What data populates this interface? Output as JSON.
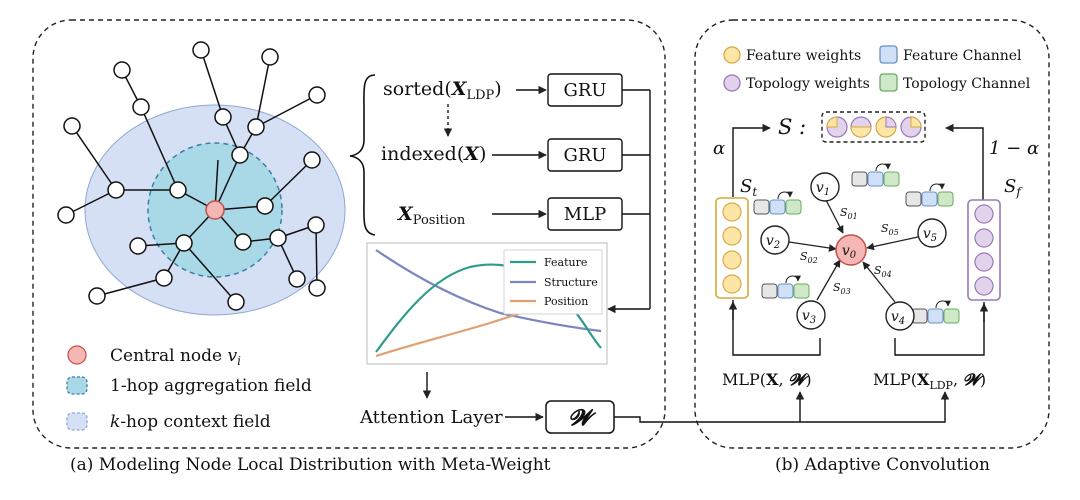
{
  "panel_a": {
    "caption": "(a) Modeling Node Local Distribution with Meta-Weight",
    "legend": {
      "central_node_text": "Central node ",
      "central_node_var": "v",
      "central_node_sub": "i",
      "one_hop": "1-hop aggregation field",
      "k_letter": "k",
      "k_hop_rest": "-hop context field"
    },
    "inputs": {
      "sorted_prefix": "sorted(",
      "sorted_var": "X",
      "sorted_sub": "LDP",
      "sorted_suffix": ")",
      "indexed_prefix": "indexed(",
      "indexed_var": "X",
      "indexed_suffix": ")",
      "position_var": "X",
      "position_sub": "Position"
    },
    "blocks": {
      "gru1": "GRU",
      "gru2": "GRU",
      "mlp": "MLP"
    },
    "plot_legend": {
      "feature": "Feature",
      "structure": "Structure",
      "position": "Position"
    },
    "attention_layer": "Attention Layer",
    "w_symbol": "𝓦",
    "colors": {
      "feature": "#2e9c8a",
      "structure": "#7a86bd",
      "position": "#e0a070"
    }
  },
  "panel_b": {
    "caption": "(b) Adaptive Convolution",
    "legend": {
      "feature_weights": "Feature weights",
      "feature_channel": "Feature Channel",
      "topology_weights": "Topology weights",
      "topology_channel": "Topology Channel"
    },
    "s_label": "S :",
    "alpha": "α",
    "one_minus_alpha": "1 − α",
    "st": {
      "var": "S",
      "sub": "t"
    },
    "sf": {
      "var": "S",
      "sub": "f"
    },
    "nodes": [
      {
        "var": "v",
        "sub": "0"
      },
      {
        "var": "v",
        "sub": "1"
      },
      {
        "var": "v",
        "sub": "2"
      },
      {
        "var": "v",
        "sub": "3"
      },
      {
        "var": "v",
        "sub": "4"
      },
      {
        "var": "v",
        "sub": "5"
      }
    ],
    "edges": [
      {
        "var": "S",
        "sub": "01"
      },
      {
        "var": "S",
        "sub": "02"
      },
      {
        "var": "S",
        "sub": "03"
      },
      {
        "var": "S",
        "sub": "04"
      },
      {
        "var": "S",
        "sub": "05"
      }
    ],
    "mlp_left": {
      "prefix": "MLP(",
      "x": "X",
      "comma": ", ",
      "w": "𝓦",
      "suffix": ")"
    },
    "mlp_right": {
      "prefix": "MLP(",
      "x": "X",
      "sub": "LDP",
      "comma": ", ",
      "w": "𝓦",
      "suffix": ")"
    },
    "colors": {
      "feature_fill": "#fbe6a8",
      "feature_stroke": "#d8a93a",
      "topology_fill": "#e2d2ec",
      "topology_stroke": "#9a78b8",
      "fchan_fill": "#cfe0f7",
      "fchan_stroke": "#6a8fc7",
      "tchan_fill": "#cfe9c8",
      "tchan_stroke": "#6aaa60",
      "central": "#f4b7b3"
    }
  }
}
